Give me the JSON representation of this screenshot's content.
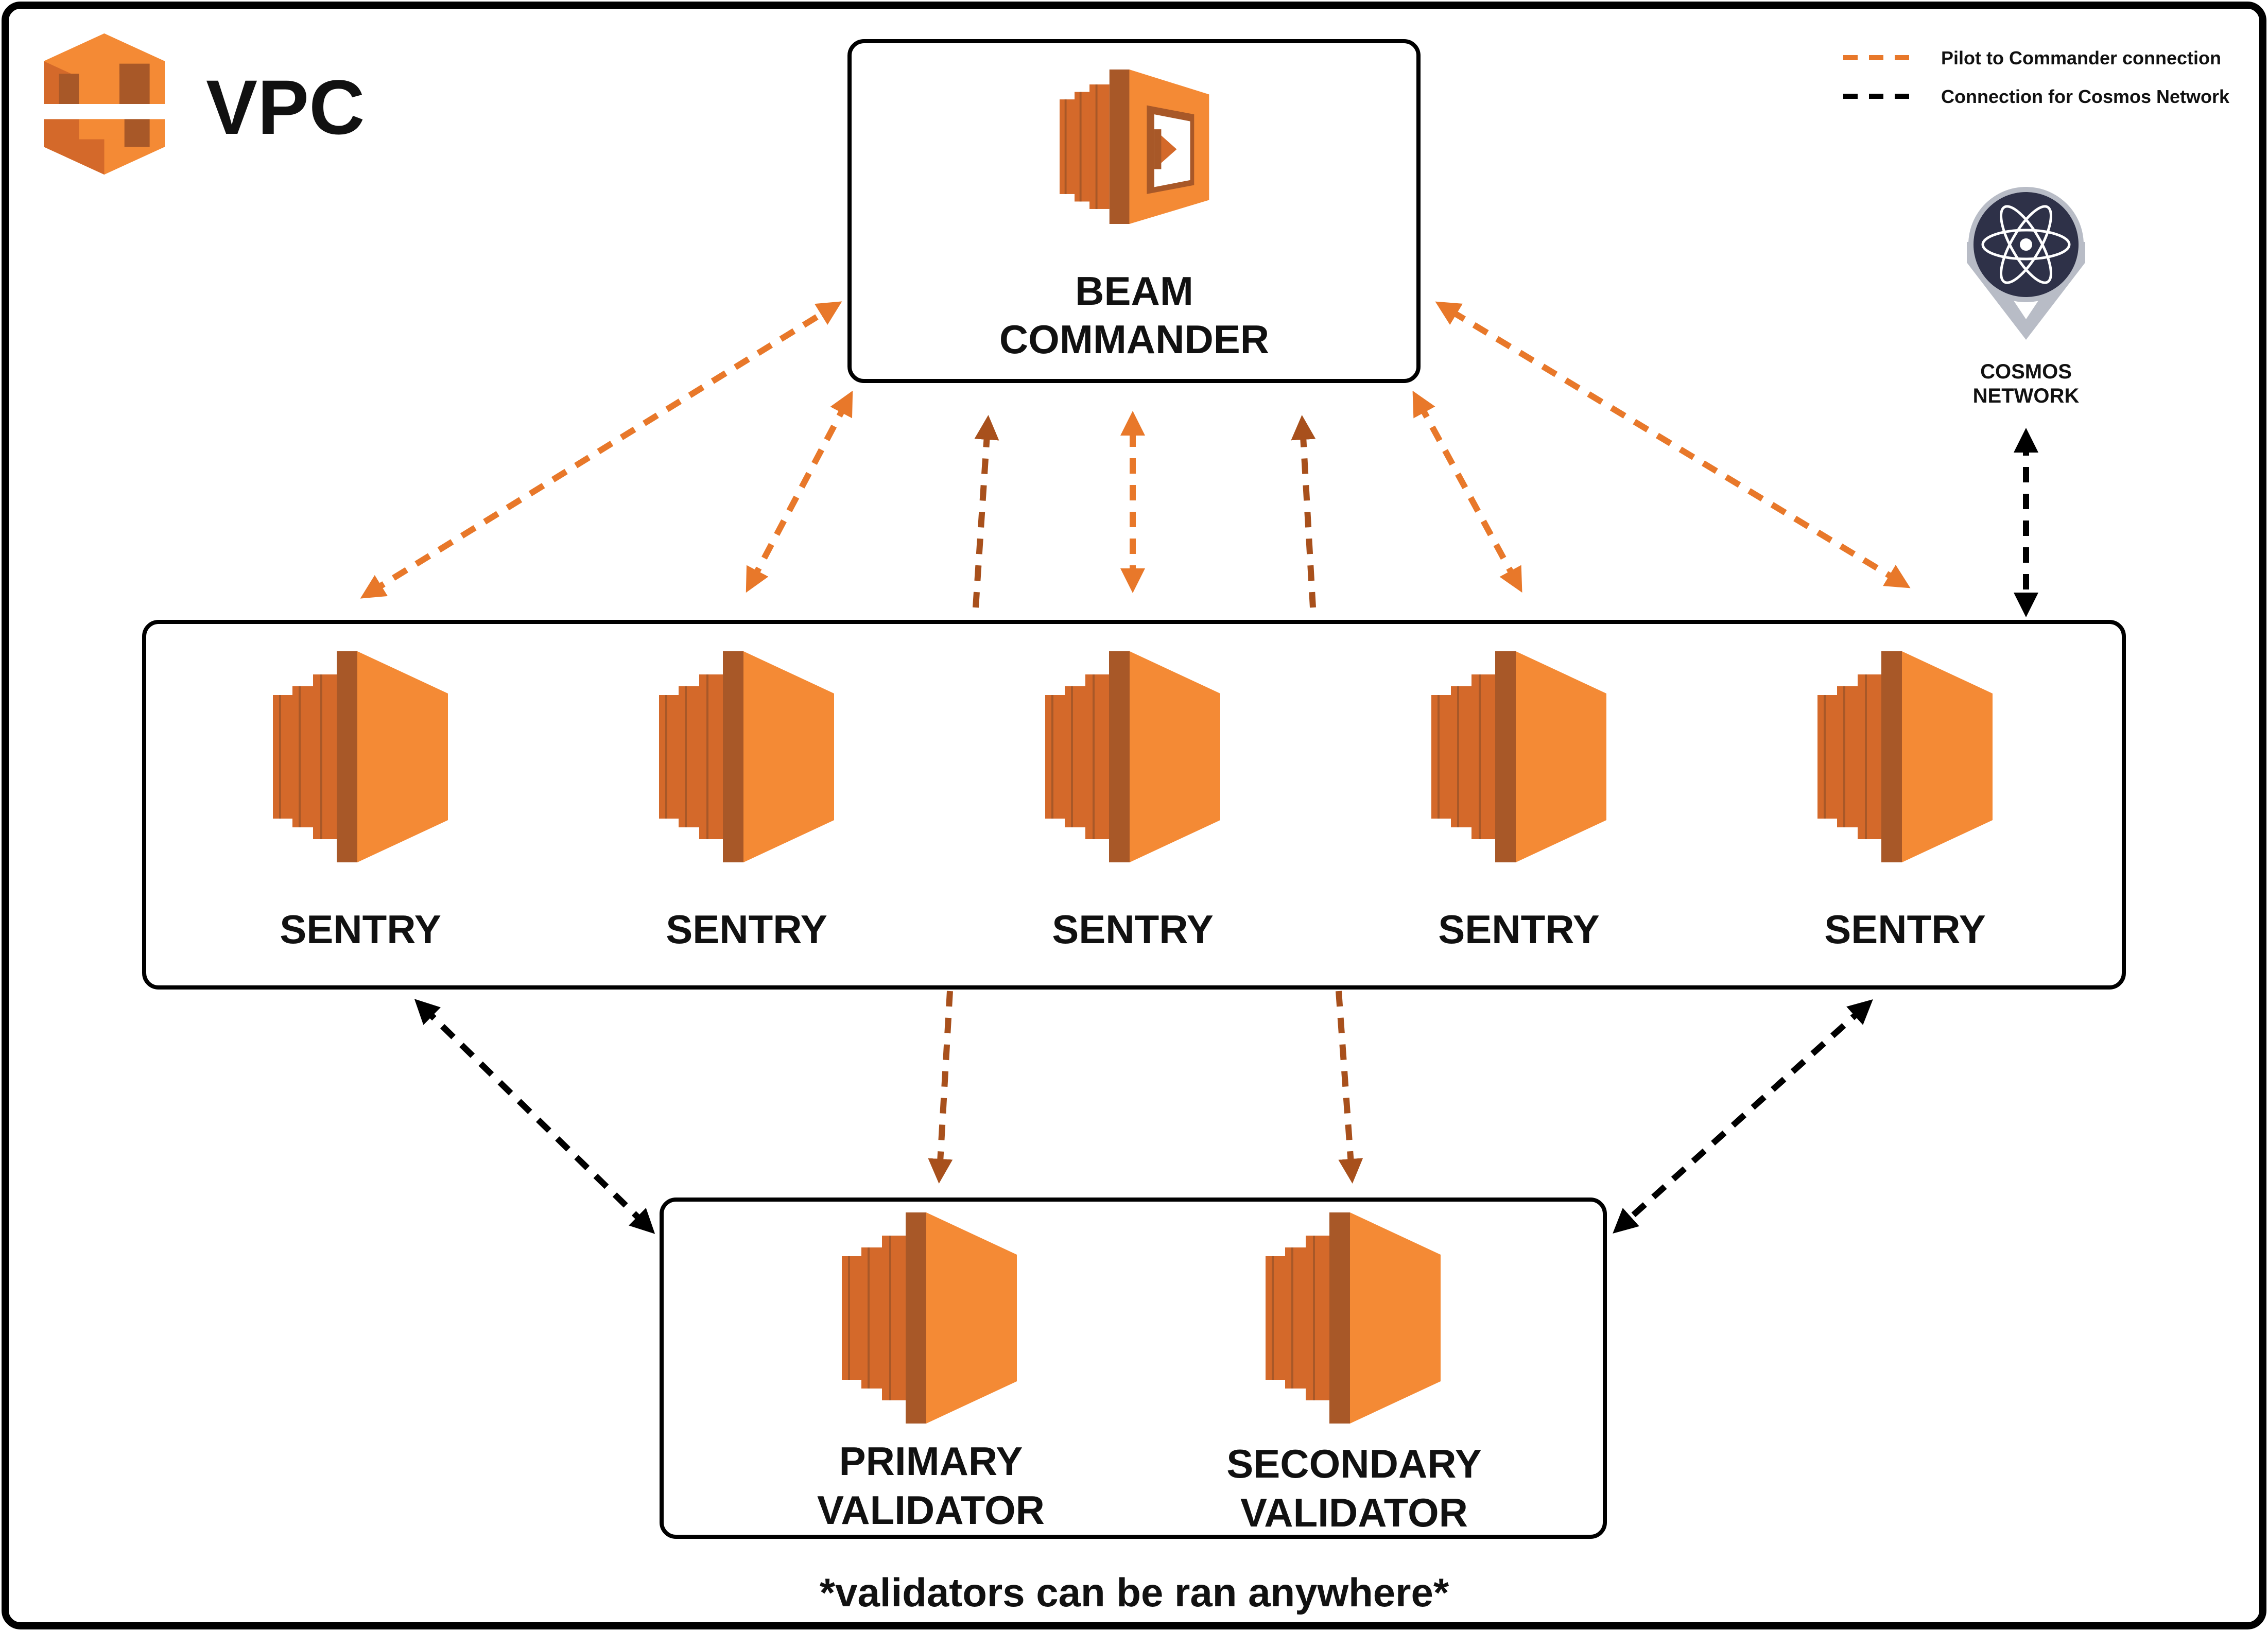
{
  "vpc": {
    "title": "VPC"
  },
  "legend": {
    "items": [
      {
        "label": "Pilot to Commander connection",
        "color": "#E8782A"
      },
      {
        "label": "Connection for Cosmos Network",
        "color": "#000000"
      }
    ]
  },
  "commander": {
    "line1": "BEAM",
    "line2": "COMMANDER"
  },
  "cosmos": {
    "line1": "COSMOS",
    "line2": "NETWORK"
  },
  "sentries": [
    {
      "label": "SENTRY"
    },
    {
      "label": "SENTRY"
    },
    {
      "label": "SENTRY"
    },
    {
      "label": "SENTRY"
    },
    {
      "label": "SENTRY"
    }
  ],
  "validators": [
    {
      "line1": "PRIMARY",
      "line2": "VALIDATOR"
    },
    {
      "line1": "SECONDARY",
      "line2": "VALIDATOR"
    }
  ],
  "footnote": "*validators can be ran anywhere*",
  "colors": {
    "orange": "#F48A35",
    "orange_mid": "#D4692A",
    "orange_dark": "#A85828",
    "arrow_orange": "#E8782A",
    "arrow_brown": "#A8501C",
    "black": "#000000",
    "cosmos_dark": "#2E3148",
    "cosmos_gray": "#B8BCC6"
  },
  "icons": {
    "vpc": "aws-vpc-icon",
    "commander": "aws-lambda-icon",
    "node": "aws-ec2-icon",
    "cosmos": "cosmos-atom-icon"
  }
}
